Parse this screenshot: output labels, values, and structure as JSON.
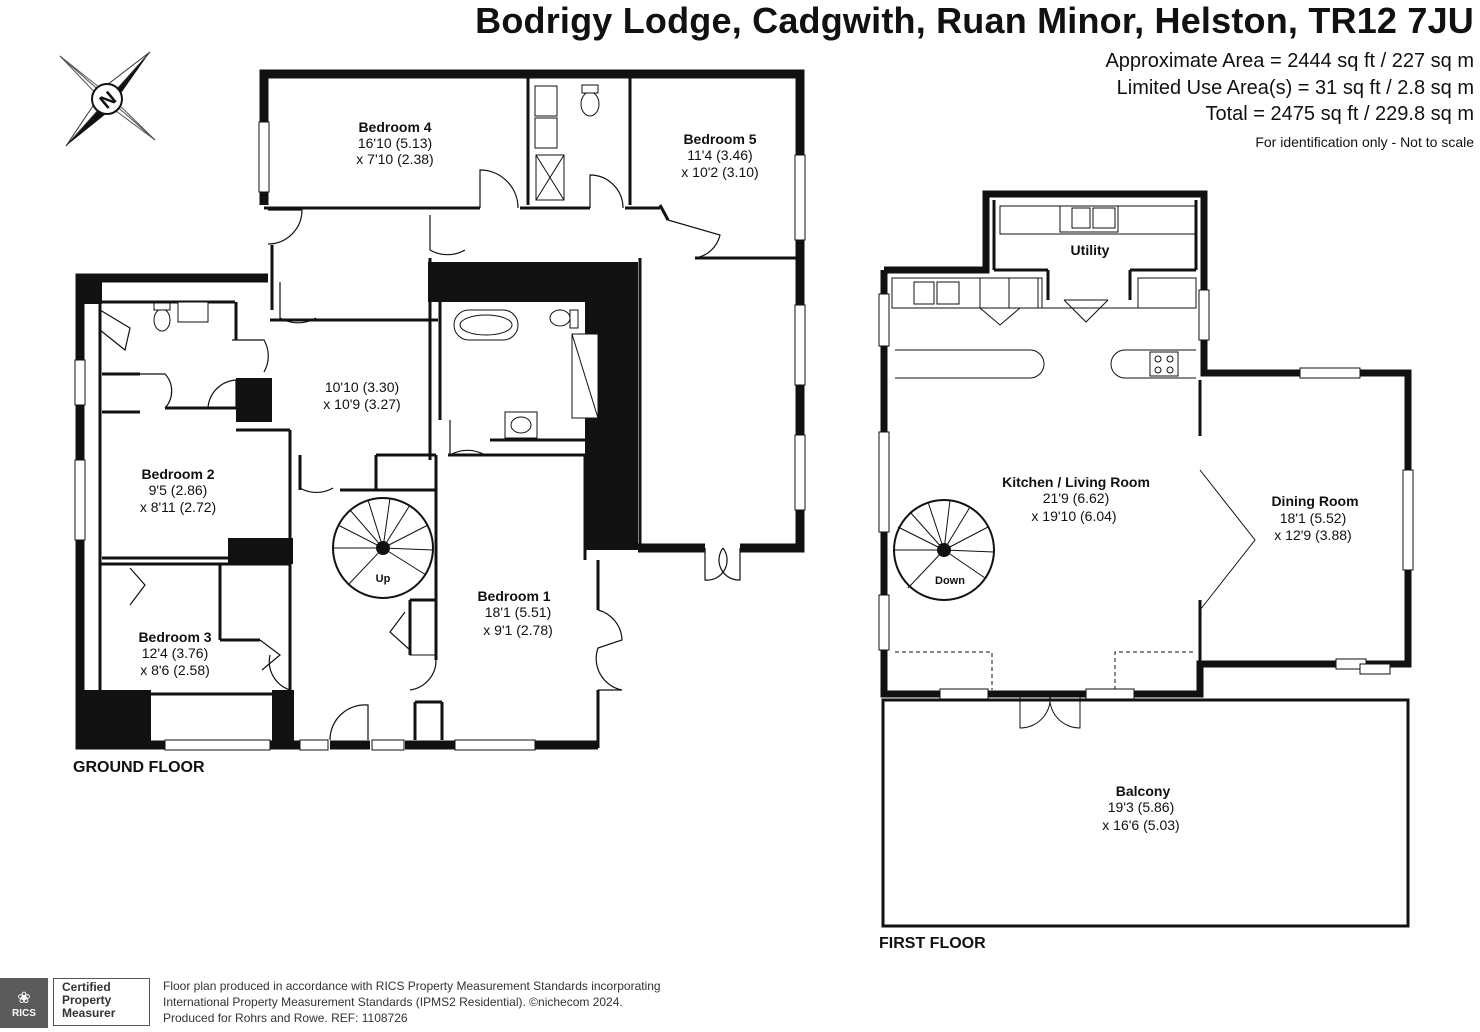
{
  "header": {
    "title": "Bodrigy Lodge, Cadgwith, Ruan Minor, Helston, TR12 7JU",
    "approx_area": "Approximate Area = 2444 sq ft / 227 sq m",
    "limited_area": "Limited Use Area(s) = 31 sq ft / 2.8 sq m",
    "total_area": "Total = 2475 sq ft / 229.8 sq m",
    "note": "For identification only - Not to scale"
  },
  "compass": {
    "label": "N",
    "icon": "compass-icon"
  },
  "ground_floor": {
    "label": "GROUND FLOOR",
    "rooms": {
      "bedroom4": {
        "name": "Bedroom 4",
        "dim1": "16'10 (5.13)",
        "dim2": "x 7'10 (2.38)"
      },
      "bedroom5": {
        "name": "Bedroom 5",
        "dim1": "11'4 (3.46)",
        "dim2": "x 10'2 (3.10)"
      },
      "hall": {
        "dim1": "10'10 (3.30)",
        "dim2": "x 10'9 (3.27)"
      },
      "bedroom2": {
        "name": "Bedroom 2",
        "dim1": "9'5 (2.86)",
        "dim2": "x 8'11 (2.72)"
      },
      "bedroom3": {
        "name": "Bedroom 3",
        "dim1": "12'4 (3.76)",
        "dim2": "x 8'6 (2.58)"
      },
      "bedroom1": {
        "name": "Bedroom 1",
        "dim1": "18'1 (5.51)",
        "dim2": "x 9'1 (2.78)"
      }
    },
    "stairs": "Up"
  },
  "first_floor": {
    "label": "FIRST FLOOR",
    "rooms": {
      "utility": {
        "name": "Utility"
      },
      "kitchen": {
        "name": "Kitchen / Living Room",
        "dim1": "21'9 (6.62)",
        "dim2": "x 19'10 (6.04)"
      },
      "dining": {
        "name": "Dining Room",
        "dim1": "18'1 (5.52)",
        "dim2": "x 12'9 (3.88)"
      },
      "balcony": {
        "name": "Balcony",
        "dim1": "19'3 (5.86)",
        "dim2": "x 16'6 (5.03)"
      }
    },
    "stairs": "Down"
  },
  "footer": {
    "line1": "Floor plan produced in accordance with RICS Property Measurement Standards incorporating",
    "line2": "International Property Measurement Standards (IPMS2 Residential).  ©nichecom 2024.",
    "line3": "Produced for Rohrs and Rowe.   REF:  1108726",
    "rics_logo": "RICS",
    "cert_line1": "Certified",
    "cert_line2": "Property",
    "cert_line3": "Measurer"
  }
}
